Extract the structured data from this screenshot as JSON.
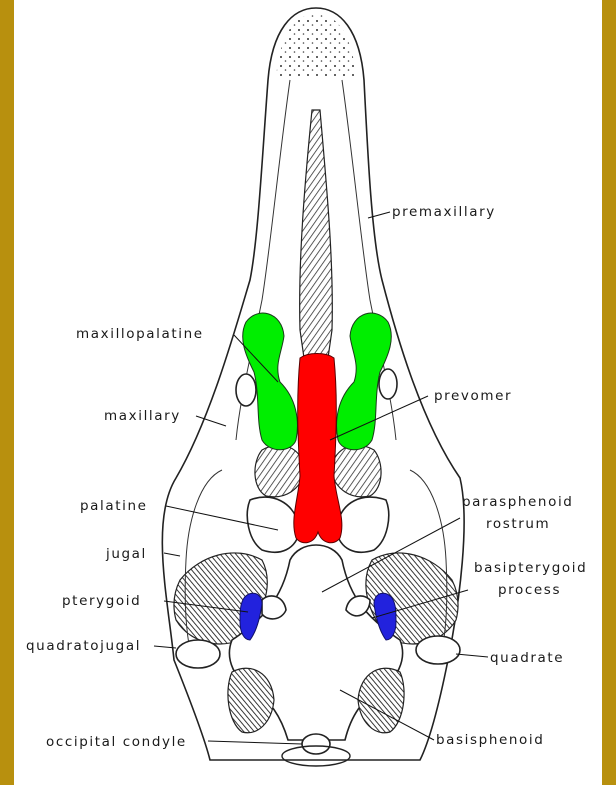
{
  "figure": {
    "labels": {
      "premaxillary": "premaxillary",
      "maxillopalatine": "maxillopalatine",
      "prevomer": "prevomer",
      "maxillary": "maxillary",
      "palatine": "palatine",
      "parasphenoid_line1": "parasphenoid",
      "parasphenoid_line2": "rostrum",
      "jugal": "jugal",
      "basipterygoid_line1": "basipterygoid",
      "basipterygoid_line2": "process",
      "pterygoid": "pterygoid",
      "quadratojugal": "quadratojugal",
      "quadrate": "quadrate",
      "occipital_condyle": "occipital condyle",
      "basisphenoid": "basisphenoid"
    },
    "colors": {
      "border": "#b8900e",
      "maxillopalatine": "#00ee00",
      "prevomer": "#ff0000",
      "pterygoid": "#2222dd"
    }
  }
}
